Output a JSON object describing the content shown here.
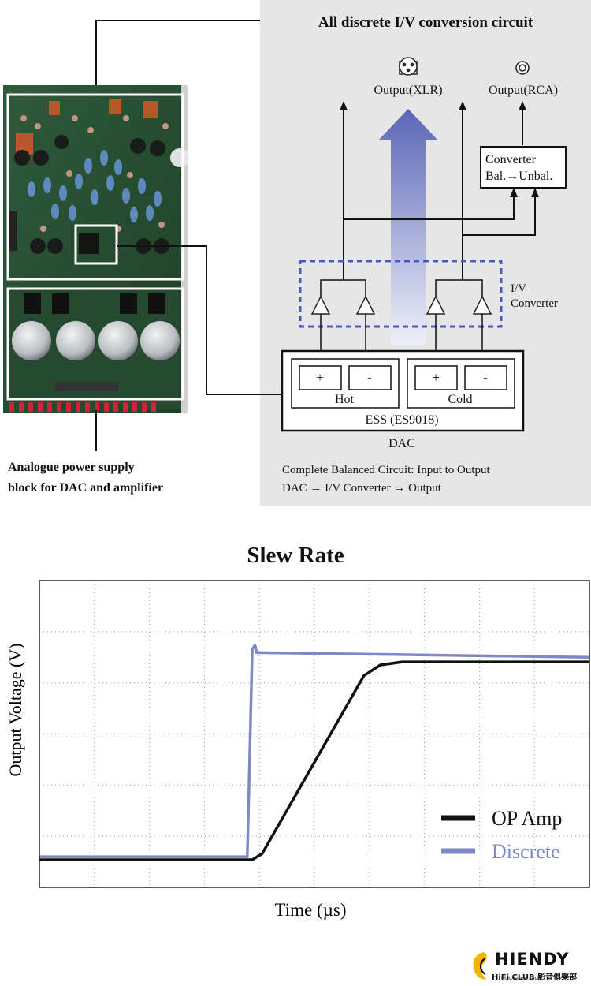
{
  "diagram": {
    "title": "All discrete I/V conversion circuit",
    "output_xlr": "Output(XLR)",
    "output_rca": "Output(RCA)",
    "converter_line1": "Converter",
    "converter_line2": "Bal.→Unbal.",
    "iv_line1": "I/V",
    "iv_line2": "Converter",
    "plus": "+",
    "minus": "-",
    "hot": "Hot",
    "cold": "Cold",
    "ess": "ESS (ES9018)",
    "dac": "DAC",
    "note_line1": "Complete Balanced Circuit: Input to Output",
    "note_line2": "DAC → I/V Converter → Output",
    "psu_line1": "Analogue power supply",
    "psu_line2": "block for DAC and amplifier"
  },
  "chart_data": {
    "type": "line",
    "title": "Slew Rate",
    "xlabel": "Time (µs)",
    "ylabel": "Output Voltage (V)",
    "grid": true,
    "legend": "bottom-right",
    "series": [
      {
        "name": "OP Amp",
        "color": "#111111",
        "points": [
          [
            0,
            0.09
          ],
          [
            0.387,
            0.09
          ],
          [
            0.405,
            0.11
          ],
          [
            0.59,
            0.69
          ],
          [
            0.62,
            0.725
          ],
          [
            0.66,
            0.735
          ],
          [
            1,
            0.735
          ]
        ]
      },
      {
        "name": "Discrete",
        "color": "#7f88c6",
        "points": [
          [
            0,
            0.1
          ],
          [
            0.378,
            0.1
          ],
          [
            0.387,
            0.775
          ],
          [
            0.392,
            0.79
          ],
          [
            0.395,
            0.765
          ],
          [
            0.4,
            0.765
          ],
          [
            1,
            0.75
          ]
        ]
      }
    ]
  },
  "branding": {
    "logo_main": "HIENDY",
    "logo_sub": "HiFi CLUB 影音俱樂部",
    "logo_url": "WWW.HIENDY.COM"
  }
}
